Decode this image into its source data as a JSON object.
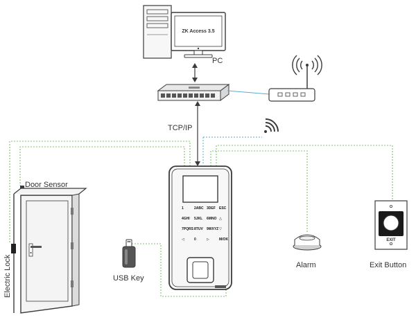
{
  "labels": {
    "pc": "PC",
    "software": "ZK Access 3.5",
    "tcpip": "TCP/IP",
    "door_sensor": "Door Sensor",
    "electric_lock": "Electric Lock",
    "usb_key": "USB Key",
    "alarm": "Alarm",
    "exit_button": "Exit Button",
    "exit_plate": "EXIT"
  },
  "keypad": {
    "keys": [
      [
        "1",
        "2ABC",
        "3DEF",
        "ESC"
      ],
      [
        "4GHI",
        "5JKL",
        "6MNO",
        "△"
      ],
      [
        "7PQRS",
        "8TUV",
        "9WXYZ",
        "▽"
      ],
      [
        "◁",
        "0",
        "▷",
        "M/OK"
      ]
    ]
  },
  "colors": {
    "wire_green": "#7fc36b",
    "wire_blue": "#5aa9d6",
    "outline": "#3a3a3a"
  }
}
